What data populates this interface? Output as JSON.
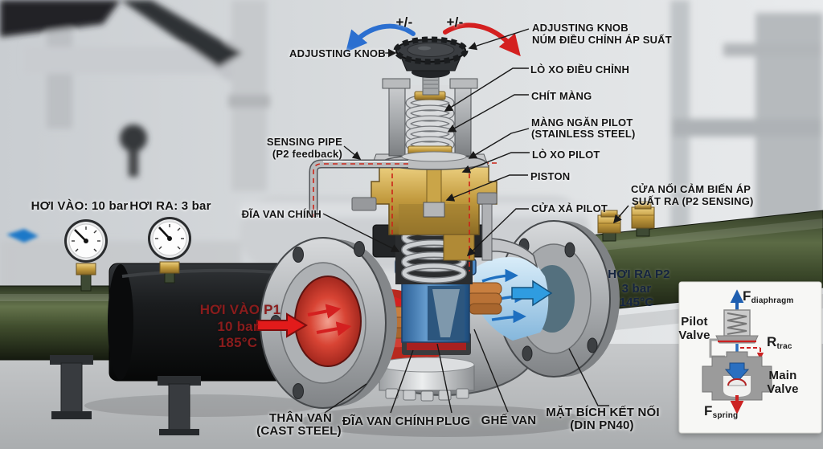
{
  "knob": {
    "plus_left": "+/-",
    "plus_right": "+/-",
    "adjusting_knob_left": "ADJUSTING KNOB"
  },
  "callouts": {
    "adjusting_knob_en": "ADJUSTING KNOB",
    "adjusting_knob_vi": "NÚM ĐIỀU CHỈNH ÁP SUẤT",
    "adjust_spring": "LÒ XO ĐIỀU CHỈNH",
    "diaphragm_clamp": "CHÍT MÀNG",
    "pilot_diaphragm": "MÀNG NGĂN PILOT",
    "pilot_diaphragm_sub": "(STAINLESS STEEL)",
    "pilot_spring": "LÒ XO PILOT",
    "piston": "PISTON",
    "pilot_exhaust": "CỬA XẢ PILOT",
    "p2_port_line1": "CỬA NỐI CẢM BIẾN ÁP",
    "p2_port_line2": "SUẤT RA (P2 SENSING)",
    "sensing_pipe": "SENSING PIPE",
    "sensing_pipe_sub": "(P2 feedback)",
    "main_disc_left": "ĐĨA VAN CHÍNH"
  },
  "gauges": {
    "inlet_label": "HƠI VÀO: 10 bar",
    "outlet_label": "HƠI RA: 3 bar"
  },
  "inlet_flow": {
    "line1": "HƠI VÀO P1",
    "line2": "10 bar",
    "line3": "185°C"
  },
  "outlet_flow": {
    "line1": "HƠI RA P2",
    "line2": "3 bar",
    "line3": "145°C"
  },
  "bottom_callouts": {
    "body": "THÂN VAN",
    "body_sub": "(CAST STEEL)",
    "main_disc": "ĐĨA VAN CHÍNH",
    "plug": "PLUG",
    "seat": "GHẾ VAN",
    "flange": "MẶT BÍCH KẾT NỐI",
    "flange_sub": "(DIN PN40)"
  },
  "inset": {
    "f_diaphragm": {
      "main": "F",
      "sub": "diaphragm"
    },
    "pilot_valve_line1": "Pilot",
    "pilot_valve_line2": "Valve",
    "r_trac": {
      "main": "R",
      "sub": "trac"
    },
    "main_valve_line1": "Main",
    "main_valve_line2": "Valve",
    "f_spring": {
      "main": "F",
      "sub": "spring"
    }
  },
  "colors": {
    "hot_red": "#d42020",
    "cold_blue": "#2f9ce0",
    "brass": "#c9a44a",
    "pipe_green": "#3c4a30",
    "inlet_text": "#8a1c1c",
    "outlet_text": "#15243f"
  }
}
